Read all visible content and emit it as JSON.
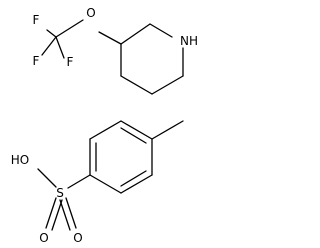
{
  "molecule_top": {
    "name": "3-(trifluoromethoxy)piperidine",
    "labels": {
      "oxygen": "O",
      "fluorine_1": "F",
      "fluorine_2": "F",
      "fluorine_3": "F",
      "nitrogen": "NH"
    }
  },
  "molecule_bottom": {
    "name": "p-toluenesulfonic acid",
    "labels": {
      "hydroxyl": "HO",
      "sulfur": "S",
      "oxygen_1": "O",
      "oxygen_2": "O"
    }
  },
  "colors": {
    "line": "#000000",
    "background": "#ffffff"
  }
}
